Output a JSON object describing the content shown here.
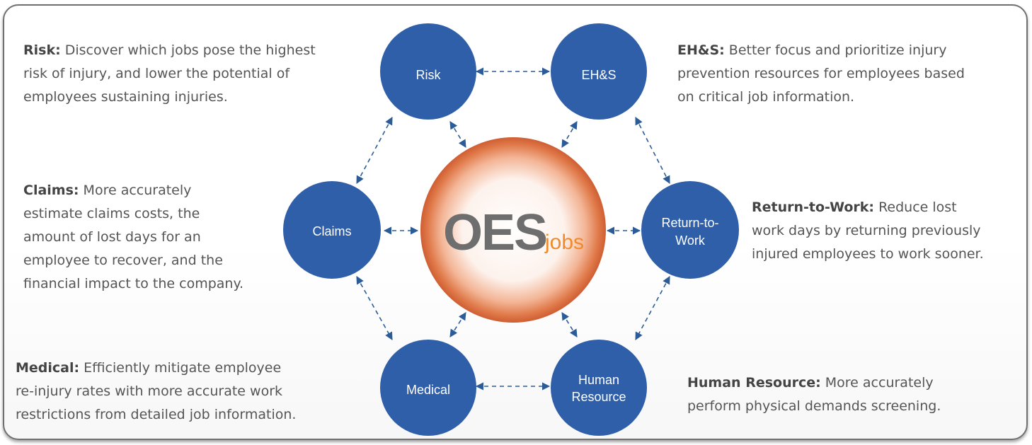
{
  "logo": {
    "main": "OES",
    "sub": "jobs"
  },
  "colors": {
    "node": "#2f5fa8",
    "arrow": "#2b5c97",
    "hub_edge": "#d9693a",
    "logo_text": "#6e6e6e",
    "logo_accent": "#f08a2c"
  },
  "nodes": {
    "risk": "Risk",
    "ehs": "EH&S",
    "claims": "Claims",
    "return_to_work": [
      "Return-to-",
      "Work"
    ],
    "medical": "Medical",
    "human_resource": [
      "Human",
      "Resource"
    ]
  },
  "descriptions": {
    "risk": {
      "title": "Risk:",
      "lines": [
        "Discover which jobs pose the highest",
        "risk of injury, and lower the potential of",
        "employees sustaining injuries."
      ]
    },
    "ehs": {
      "title": "EH&S:",
      "lines": [
        "Better focus and prioritize injury",
        "prevention resources for employees based",
        "on critical job information."
      ]
    },
    "claims": {
      "title": "Claims:",
      "lines": [
        "More accurately",
        "estimate claims costs, the",
        "amount of lost days for an",
        "employee to recover, and the",
        "financial impact to the company."
      ]
    },
    "return_to_work": {
      "title": "Return-to-Work:",
      "lines": [
        "Reduce lost",
        "work days by returning previously",
        "injured employees to work sooner."
      ]
    },
    "medical": {
      "title": "Medical:",
      "lines": [
        "Efficiently mitigate employee",
        "re-injury rates with more accurate work",
        "restrictions from detailed job information."
      ]
    },
    "human_resource": {
      "title": "Human Resource:",
      "lines": [
        "More accurately",
        "perform physical demands screening."
      ]
    }
  }
}
